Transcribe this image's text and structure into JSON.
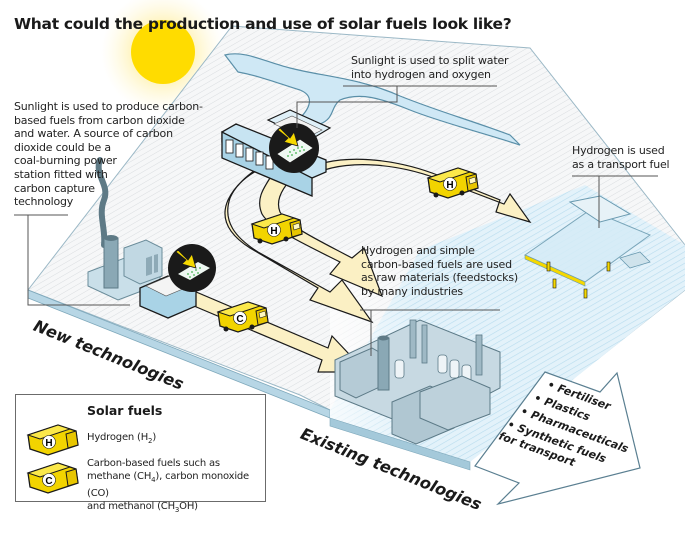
{
  "title": "What could the production and use of solar fuels look like?",
  "callouts": {
    "carbon_fuels": "Sunlight is used to produce carbon-based fuels from carbon dioxide and water. A source of carbon dioxide could be a coal-burning power station fitted with carbon capture technology",
    "carbon_fuels_lines": [
      "Sunlight is used to produce carbon-",
      "based fuels from carbon dioxide",
      "and water. A source of carbon",
      "dioxide could be a",
      "coal-burning power",
      "station fitted with",
      "carbon capture",
      "technology"
    ],
    "split_water_lines": [
      "Sunlight is used to split water",
      "into hydrogen and oxygen"
    ],
    "transport_fuel_lines": [
      "Hydrogen is used",
      "as a transport fuel"
    ],
    "feedstock_lines": [
      "Hydrogen and simple",
      "carbon-based fuels are used",
      "as raw materials (feedstocks)",
      "by many industries"
    ]
  },
  "zones": {
    "new": "New technologies",
    "existing": "Existing technologies"
  },
  "uses": [
    "• Fertiliser",
    "• Plastics",
    "• Pharmaceuticals",
    "• Synthetic fuels",
    "for transport"
  ],
  "tankers": {
    "hydrogen_letter": "H",
    "carbon_letter": "C"
  },
  "legend": {
    "title": "Solar fuels",
    "hydrogen": {
      "letter": "H",
      "label_pre": "Hydrogen (H",
      "label_sub": "2",
      "label_post": ")"
    },
    "carbon": {
      "letter": "C",
      "line1": "Carbon-based fuels such as",
      "line2_a": "methane (CH",
      "line2_sub": "4",
      "line2_b": "), carbon monoxide (CO)",
      "line3_a": "and methanol (CH",
      "line3_sub": "3",
      "line3_b": "OH)"
    }
  },
  "colors": {
    "sun": "#ffdc00",
    "fuel_yellow": "#f5d800",
    "road": "#fbf0c4",
    "plate": "#dbeef8",
    "building": "#a9d3e6",
    "building_dark": "#6f9fb4",
    "outline": "#1a1a1a"
  }
}
